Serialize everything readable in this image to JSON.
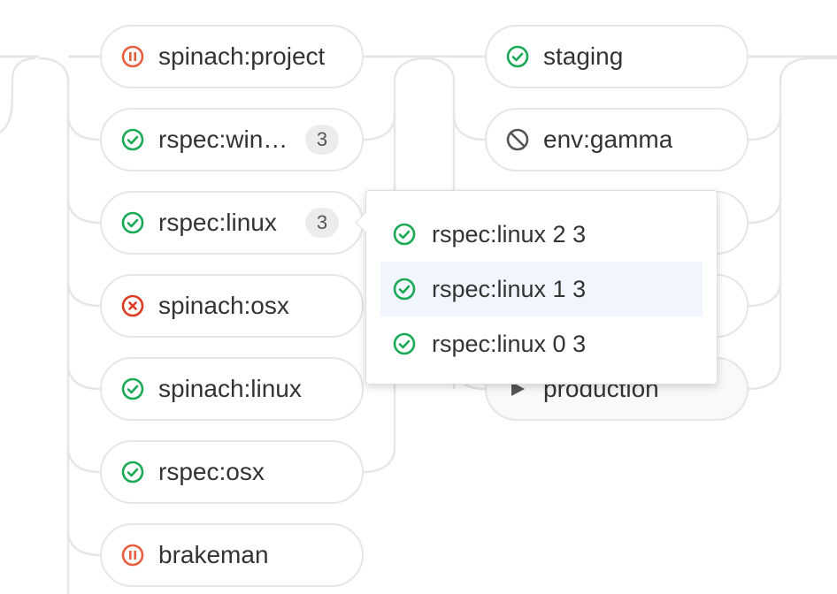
{
  "colors": {
    "success": "#1aaa55",
    "manual": "#e75e40",
    "failed": "#db3b21",
    "skipped": "#555555",
    "connector": "#e6e6e6"
  },
  "columns": [
    {
      "jobs": [
        {
          "name": "spinach:project",
          "status": "manual-paused",
          "icon": "pause-circle-icon"
        },
        {
          "name": "rspec:win…",
          "status": "success",
          "icon": "check-circle-icon",
          "count": "3"
        },
        {
          "name": "rspec:linux",
          "status": "success",
          "icon": "check-circle-icon",
          "count": "3"
        },
        {
          "name": "spinach:osx",
          "status": "failed",
          "icon": "x-circle-icon"
        },
        {
          "name": "spinach:linux",
          "status": "success",
          "icon": "check-circle-icon"
        },
        {
          "name": "rspec:osx",
          "status": "success",
          "icon": "check-circle-icon"
        },
        {
          "name": "brakeman",
          "status": "manual-paused",
          "icon": "pause-circle-icon"
        }
      ]
    },
    {
      "jobs": [
        {
          "name": "staging",
          "status": "success",
          "icon": "check-circle-icon"
        },
        {
          "name": "env:gamma",
          "status": "skipped",
          "icon": "skipped-icon"
        },
        {
          "name": "",
          "status": "hidden"
        },
        {
          "name": "",
          "status": "hidden"
        },
        {
          "name": "production",
          "status": "manual",
          "icon": "play-icon"
        }
      ]
    }
  ],
  "dropdown": {
    "items": [
      {
        "label": "rspec:linux 2 3",
        "icon": "check-circle-icon"
      },
      {
        "label": "rspec:linux 1 3",
        "icon": "check-circle-icon"
      },
      {
        "label": "rspec:linux 0 3",
        "icon": "check-circle-icon"
      }
    ]
  }
}
